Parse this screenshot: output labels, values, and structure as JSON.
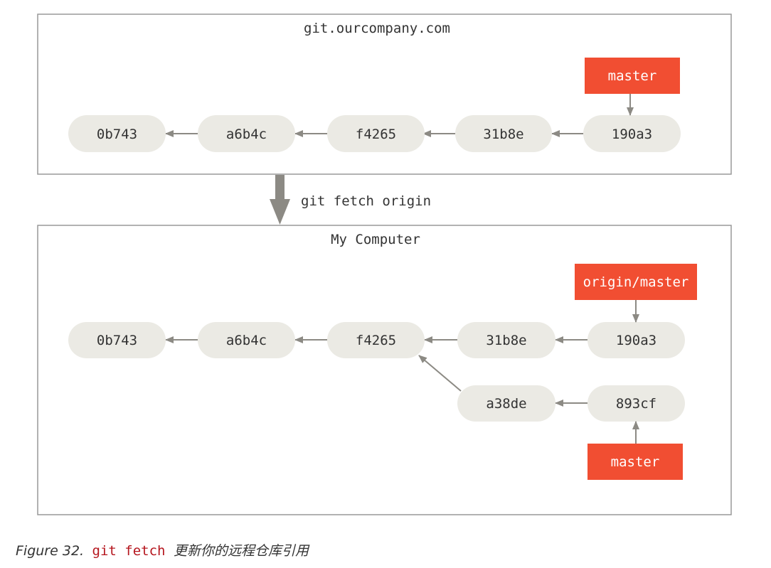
{
  "colors": {
    "commit_fill": "#ebeae4",
    "ref_fill": "#f14e32",
    "arrow": "#8c8a84",
    "box_border": "#999999"
  },
  "server": {
    "title": "git.ourcompany.com",
    "commits": [
      "0b743",
      "a6b4c",
      "f4265",
      "31b8e",
      "190a3"
    ],
    "ref_master": "master"
  },
  "fetch": {
    "command": "git fetch origin"
  },
  "local": {
    "title": "My Computer",
    "commits_main": [
      "0b743",
      "a6b4c",
      "f4265",
      "31b8e",
      "190a3"
    ],
    "commits_branch": [
      "a38de",
      "893cf"
    ],
    "ref_origin_master": "origin/master",
    "ref_master": "master"
  },
  "caption": {
    "figure": "Figure 32.",
    "code": "git fetch",
    "text": "更新你的远程仓库引用"
  }
}
